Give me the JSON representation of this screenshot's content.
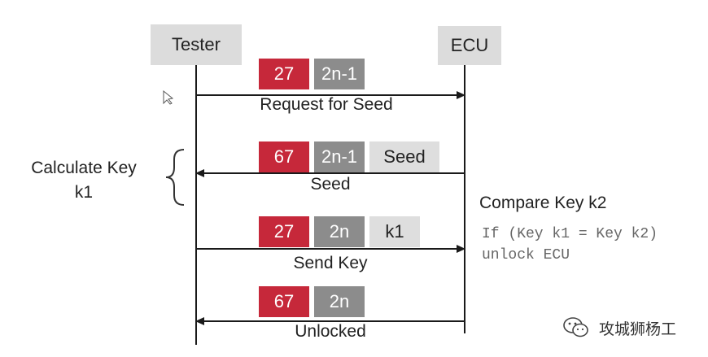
{
  "actors": {
    "tester": "Tester",
    "ecu": "ECU"
  },
  "messages": [
    {
      "cells": [
        "27",
        "2n-1"
      ],
      "label": "Request for Seed",
      "direction": "to-ecu"
    },
    {
      "cells": [
        "67",
        "2n-1",
        "Seed"
      ],
      "label": "Seed",
      "direction": "to-tester"
    },
    {
      "cells": [
        "27",
        "2n",
        "k1"
      ],
      "label": "Send Key",
      "direction": "to-ecu"
    },
    {
      "cells": [
        "67",
        "2n"
      ],
      "label": "Unlocked",
      "direction": "to-tester"
    }
  ],
  "side_notes": {
    "tester_line1": "Calculate Key",
    "tester_line2": "k1",
    "ecu_title": "Compare Key k2",
    "ecu_code_line1": "If (Key k1 = Key k2)",
    "ecu_code_line2": "unlock ECU"
  },
  "watermark": "攻城狮杨工",
  "colors": {
    "sid": "#c6283a",
    "subfunction": "#8c8c8c",
    "parameter": "#dedede",
    "actor_box": "#dcdcdc"
  }
}
